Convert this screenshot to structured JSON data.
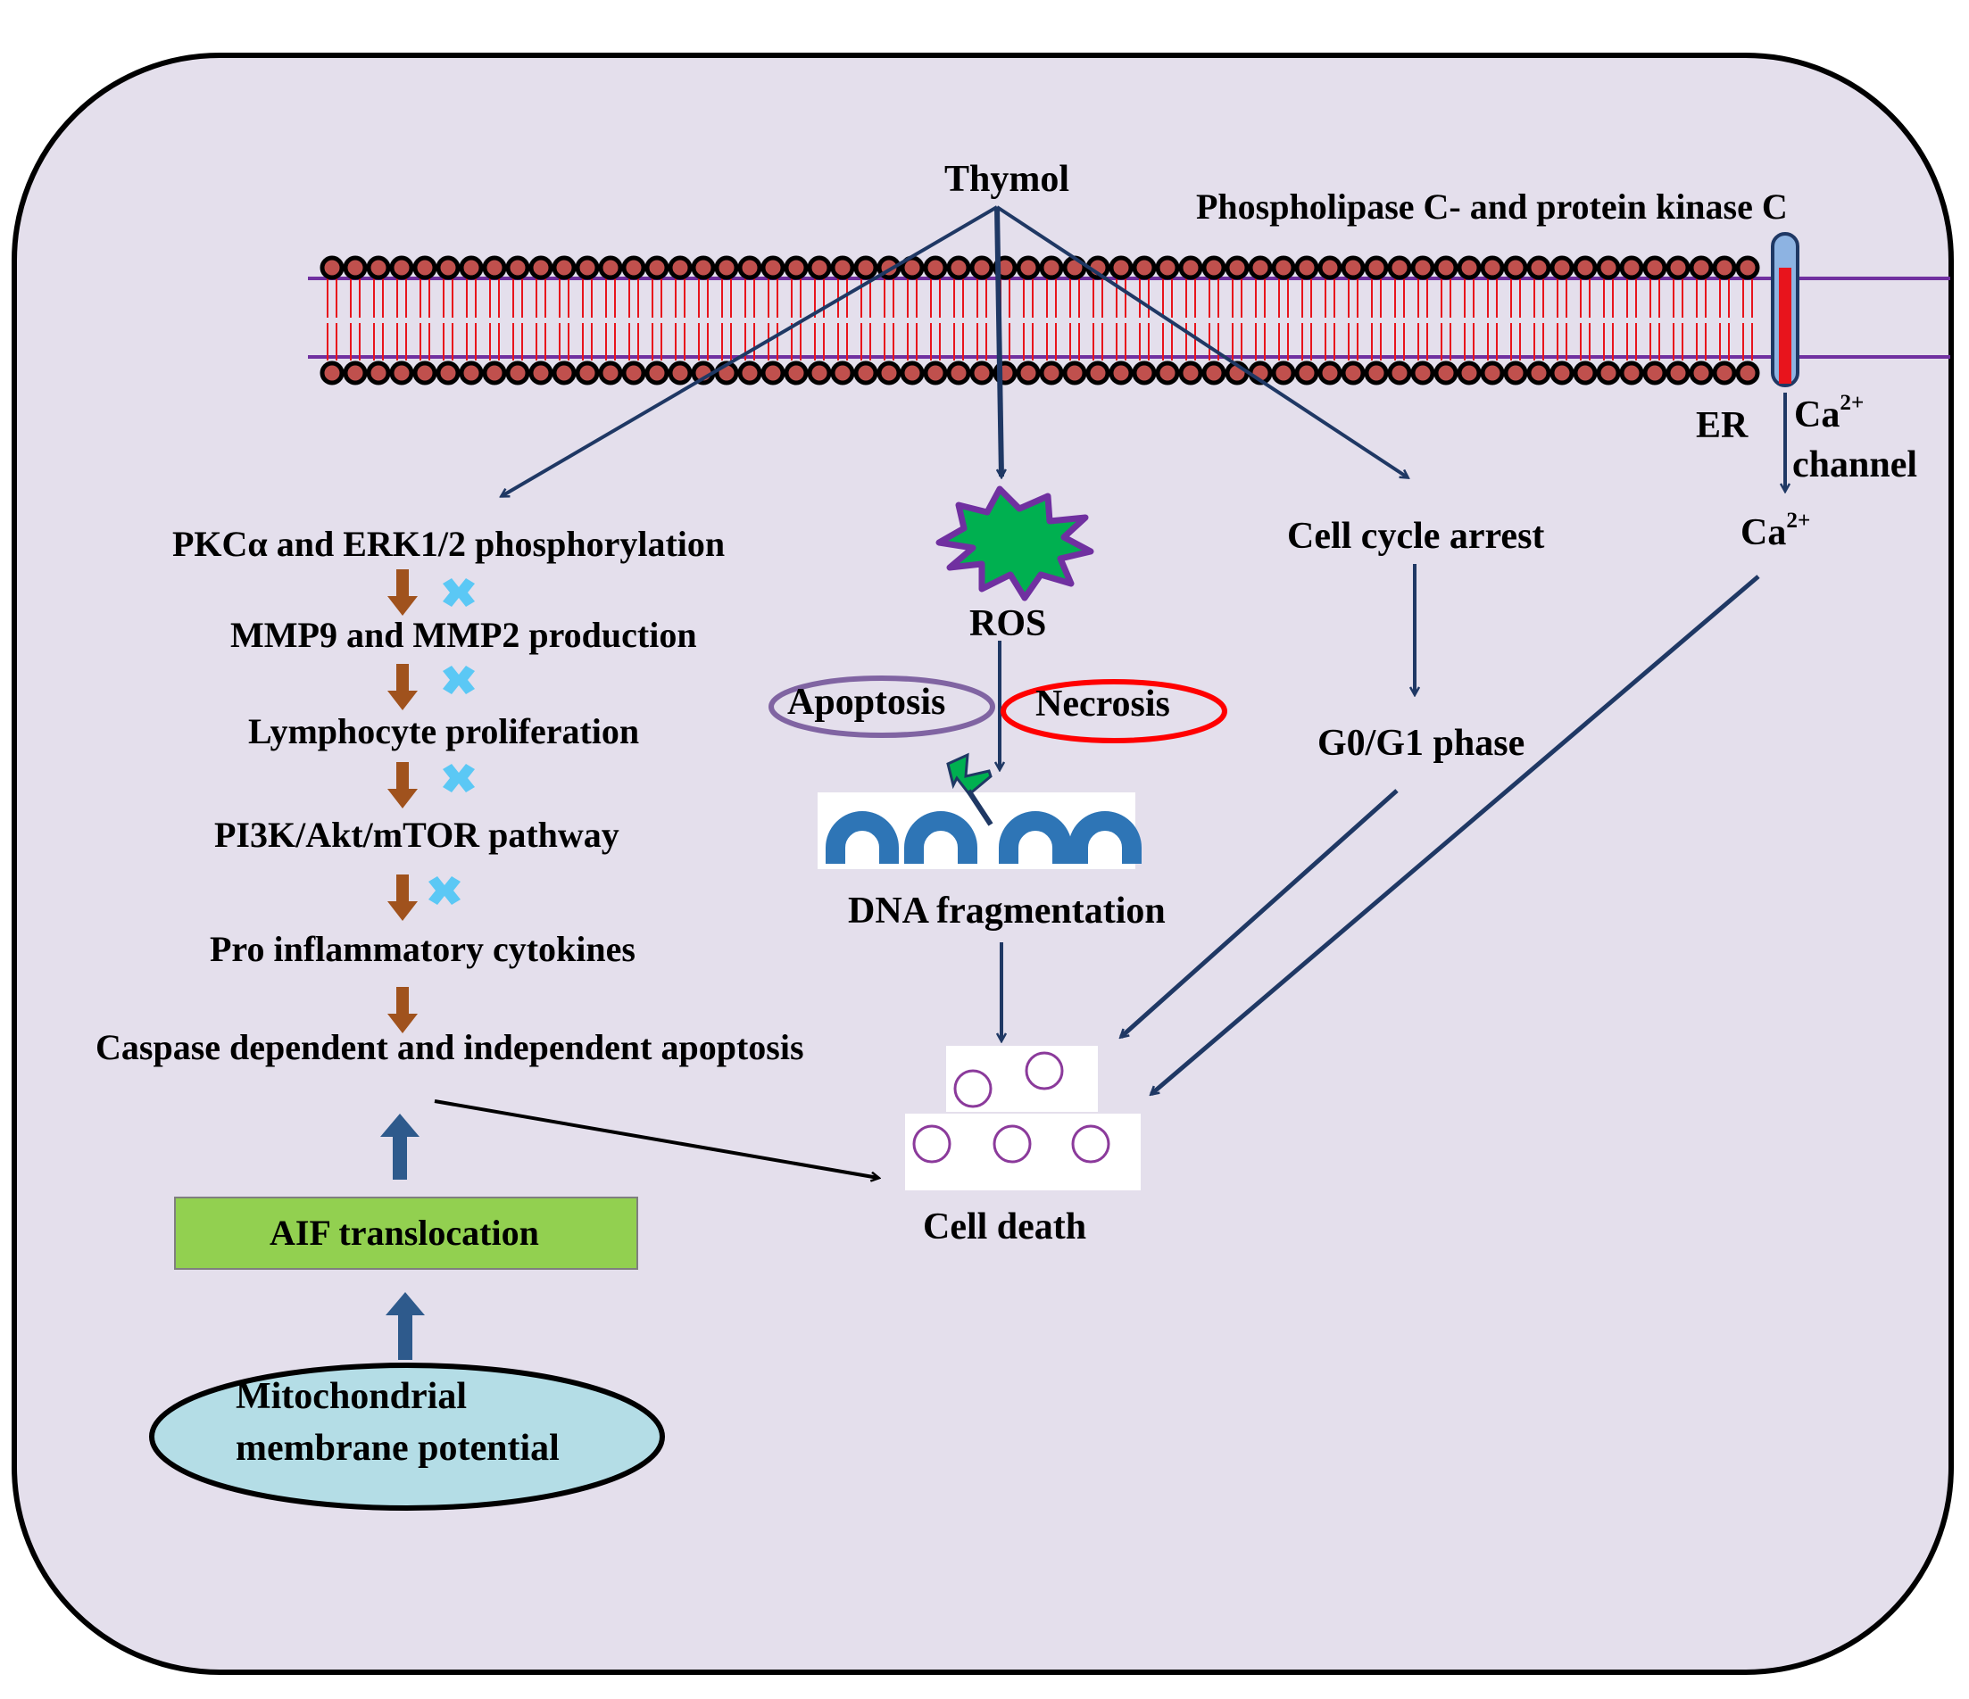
{
  "labels": {
    "thymol": "Thymol",
    "plc_pkc": "Phospholipase  C- and  protein  kinase C",
    "er": "ER",
    "ca_channel_ion": "Ca",
    "ca_channel_charge": "2+",
    "ca_channel_word": "channel",
    "ca_ion": "Ca",
    "ca_ion_charge": "2+",
    "pkc_erk": "PKCα  and ERK1/2  phosphorylation",
    "mmp": "MMP9 and  MMP2 production",
    "lymphocyte": "Lymphocyte  proliferation",
    "pi3k": "PI3K/Akt/mTOR  pathway",
    "cytokines": "Pro  inflammatory   cytokines",
    "caspase": "Caspase dependent  and independent  apoptosis",
    "aif": "AIF translocation",
    "mito_line1": "Mitochondrial",
    "mito_line2": "membrane  potential",
    "ros": "ROS",
    "apoptosis": "Apoptosis",
    "necrosis": "Necrosis",
    "dna": "DNA fragmentation",
    "cell_cycle": "Cell cycle arrest",
    "g0g1": "G0/G1 phase",
    "cell_death": "Cell death"
  },
  "colors": {
    "cell_background": "#e4dfec",
    "cell_border": "#000000",
    "membrane_line": "#7030a0",
    "lipid_tail": "#e8141c",
    "lipid_head_fill": "#c0504d",
    "pathway_arrow": "#1f3864",
    "step_arrow": "#a0521d",
    "inhibit_mark": "#5bc8f5",
    "up_arrow": "#2e5a8c",
    "aif_box": "#92d050",
    "mito_ellipse": "#b4dde6",
    "apoptosis_ring": "#8064a2",
    "necrosis_ring": "#ff0000",
    "ros_fill": "#00b050",
    "ros_border": "#7030a0",
    "dna_arc": "#2e75b6",
    "dead_cell": "#8b3a9b"
  }
}
